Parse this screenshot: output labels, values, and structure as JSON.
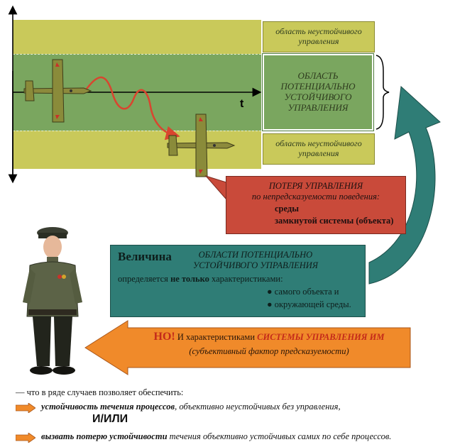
{
  "graph": {
    "axis_t_label": "t",
    "band_top_label": "область неустойчивого управления",
    "band_middle_label": "ОБЛАСТЬ ПОТЕНЦИАЛЬНО УСТОЙЧИВОГО УПРАВЛЕНИЯ",
    "band_bottom_label": "область неустойчивого управления"
  },
  "loss_box": {
    "title": "ПОТЕРЯ УПРАВЛЕНИЯ",
    "subtitle": "по непредсказуемости поведения:",
    "item1": "среды",
    "item2": "замкнутой системы (объекта)"
  },
  "magnitude_box": {
    "heading": "Величина",
    "heading_rest": "ОБЛАСТИ ПОТЕНЦИАЛЬНО УСТОЙЧИВОГО УПРАВЛЕНИЯ",
    "line_pre": "определяется ",
    "line_bold": "не только",
    "line_post": " характеристиками:",
    "bullet1": "самого объекта и",
    "bullet2": "окружающей среды."
  },
  "but_box": {
    "but": "НО!",
    "text_pre": " И характеристиками ",
    "text_em": "СИСТЕМЫ УПРАВЛЕНИЯ ИМ",
    "subtext": "(субъективный фактор предсказуемости)"
  },
  "bottom": {
    "intro": "— что в ряде случаев позволяет обеспечить:",
    "item1_bold": "устойчивость течения процессов",
    "item1_rest": ", объективно неустойчивых без управления,",
    "andor": "И/ИЛИ",
    "item2_bold": "вызвать потерю устойчивости",
    "item2_rest": " течения объективно устойчивых самих по себе процессов."
  },
  "colors": {
    "band_unstable": "#c9c95a",
    "band_stable": "#7aa65f",
    "loss_box": "#c94a3a",
    "magnitude_box": "#2f7d76",
    "but_box": "#f08a2a",
    "arrow_curve": "#2f7d76",
    "trajectory": "#d9452f"
  },
  "icons": [
    "airplane-icon",
    "soldier-figure",
    "orange-arrow-icon"
  ]
}
